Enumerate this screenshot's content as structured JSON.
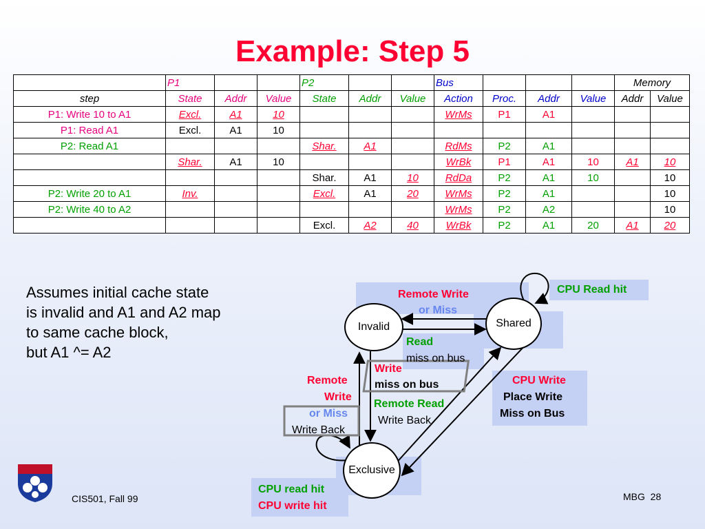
{
  "title": "Example: Step 5",
  "table": {
    "group_header": [
      "P1",
      "P2",
      "Bus",
      "Memory"
    ],
    "col_header": [
      "step",
      "State",
      "Addr",
      "Value",
      "State",
      "Addr",
      "Value",
      "Action",
      "Proc.",
      "Addr",
      "Value",
      "Addr",
      "Value"
    ],
    "rows": [
      {
        "step": "P1: Write 10 to A1",
        "p1_state": "Excl.",
        "p1_addr": "A1",
        "p1_value": "10",
        "p2_state": "",
        "p2_addr": "",
        "p2_value": "",
        "bus_action": "WrMs",
        "bus_proc": "P1",
        "bus_addr": "A1",
        "bus_value": "",
        "mem_addr": "",
        "mem_value": ""
      },
      {
        "step": "P1: Read A1",
        "p1_state": "Excl.",
        "p1_addr": "A1",
        "p1_value": "10",
        "p2_state": "",
        "p2_addr": "",
        "p2_value": "",
        "bus_action": "",
        "bus_proc": "",
        "bus_addr": "",
        "bus_value": "",
        "mem_addr": "",
        "mem_value": ""
      },
      {
        "step": "P2: Read A1",
        "p1_state": "",
        "p1_addr": "",
        "p1_value": "",
        "p2_state": "Shar.",
        "p2_addr": "A1",
        "p2_value": "",
        "bus_action": "RdMs",
        "bus_proc": "P2",
        "bus_addr": "A1",
        "bus_value": "",
        "mem_addr": "",
        "mem_value": ""
      },
      {
        "step": "",
        "p1_state": "Shar.",
        "p1_addr": "A1",
        "p1_value": "10",
        "p2_state": "",
        "p2_addr": "",
        "p2_value": "",
        "bus_action": "WrBk",
        "bus_proc": "P1",
        "bus_addr": "A1",
        "bus_value": "10",
        "mem_addr": "A1",
        "mem_value": "10"
      },
      {
        "step": "",
        "p1_state": "",
        "p1_addr": "",
        "p1_value": "",
        "p2_state": "Shar.",
        "p2_addr": "A1",
        "p2_value": "10",
        "bus_action": "RdDa",
        "bus_proc": "P2",
        "bus_addr": "A1",
        "bus_value": "10",
        "mem_addr": "",
        "mem_value": "10"
      },
      {
        "step": "P2: Write 20 to A1",
        "p1_state": "Inv.",
        "p1_addr": "",
        "p1_value": "",
        "p2_state": "Excl.",
        "p2_addr": "A1",
        "p2_value": "20",
        "bus_action": "WrMs",
        "bus_proc": "P2",
        "bus_addr": "A1",
        "bus_value": "",
        "mem_addr": "",
        "mem_value": "10"
      },
      {
        "step": "P2: Write 40 to A2",
        "p1_state": "",
        "p1_addr": "",
        "p1_value": "",
        "p2_state": "",
        "p2_addr": "",
        "p2_value": "",
        "bus_action": "WrMs",
        "bus_proc": "P2",
        "bus_addr": "A2",
        "bus_value": "",
        "mem_addr": "",
        "mem_value": "10"
      },
      {
        "step": "",
        "p1_state": "",
        "p1_addr": "",
        "p1_value": "",
        "p2_state": "Excl.",
        "p2_addr": "A2",
        "p2_value": "40",
        "bus_action": "WrBk",
        "bus_proc": "P2",
        "bus_addr": "A1",
        "bus_value": "20",
        "mem_addr": "A1",
        "mem_value": "20"
      }
    ]
  },
  "assumption": [
    "Assumes initial cache state",
    "is invalid and A1 and A2 map",
    "to same cache block,",
    "but A1 ^=  A2"
  ],
  "diagram": {
    "states": {
      "invalid": "Invalid",
      "shared": "Shared",
      "exclusive": "Exclusive"
    },
    "cpu_read_hit": "CPU Read hit",
    "remote_write_top": [
      "Remote Write",
      "or Miss"
    ],
    "read_miss": [
      "Read",
      "miss on bus"
    ],
    "write_miss": [
      "Write",
      "miss on bus"
    ],
    "remote_write_left": [
      "Remote",
      "Write",
      "or Miss",
      "Write Back"
    ],
    "remote_read": [
      "Remote Read",
      "Write Back"
    ],
    "cpu_write": [
      "CPU Write",
      "Place Write",
      "Miss on Bus"
    ],
    "cpu_hits": [
      "CPU read hit",
      "CPU write hit"
    ]
  },
  "footer": {
    "course": "CIS501, Fall 99",
    "author": "MBG",
    "page": "28"
  },
  "colors": {
    "title": "#ff0033",
    "red": "#ff0033",
    "magenta": "#e6007e",
    "green": "#00a000",
    "blue": "#0000cc",
    "light_blue": "#6688ee",
    "box": "#c5d0f5"
  }
}
